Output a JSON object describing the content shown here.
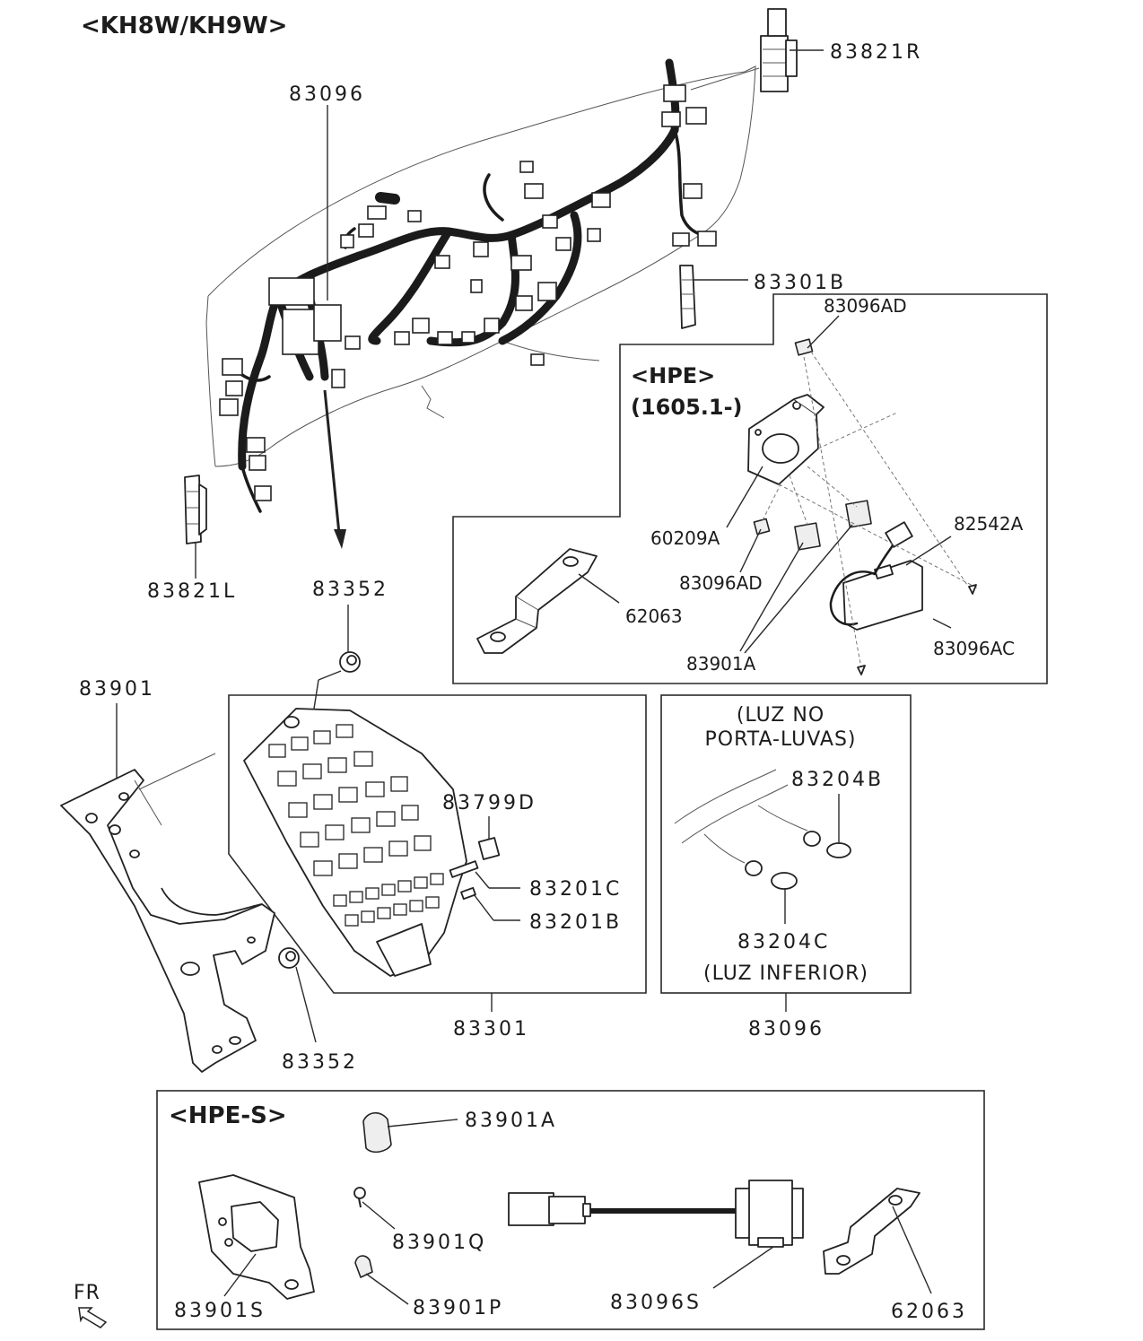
{
  "headers": {
    "main_variant": "<KH8W/KH9W>",
    "hpe_title": "<HPE>",
    "hpe_serial": "(1605.1-)",
    "hpe_s_title": "<HPE-S>"
  },
  "notes": {
    "glovebox_light_line1": "(LUZ NO",
    "glovebox_light_line2": "PORTA-LUVAS)",
    "lower_light": "(LUZ INFERIOR)"
  },
  "parts": {
    "p83821R": "83821R",
    "p83096_top": "83096",
    "p83301B": "83301B",
    "p83096AD_top": "83096AD",
    "p60209A": "60209A",
    "p82542A": "82542A",
    "p83096AD_mid": "83096AD",
    "p62063_hpe": "62063",
    "p83901A_hpe": "83901A",
    "p83096AC": "83096AC",
    "p83821L": "83821L",
    "p83352_top": "83352",
    "p83901": "83901",
    "p83799D": "83799D",
    "p83201C": "83201C",
    "p83201B": "83201B",
    "p83204B": "83204B",
    "p83204C": "83204C",
    "p83352_bottom": "83352",
    "p83301": "83301",
    "p83096_bottom": "83096",
    "p83901A_s": "83901A",
    "p83901Q": "83901Q",
    "p83901S": "83901S",
    "p83901P": "83901P",
    "p83096S": "83096S",
    "p62063_s": "62063"
  },
  "direction": {
    "front_label": "FR"
  },
  "icons": {
    "front_arrow": "front-arrow-icon"
  }
}
